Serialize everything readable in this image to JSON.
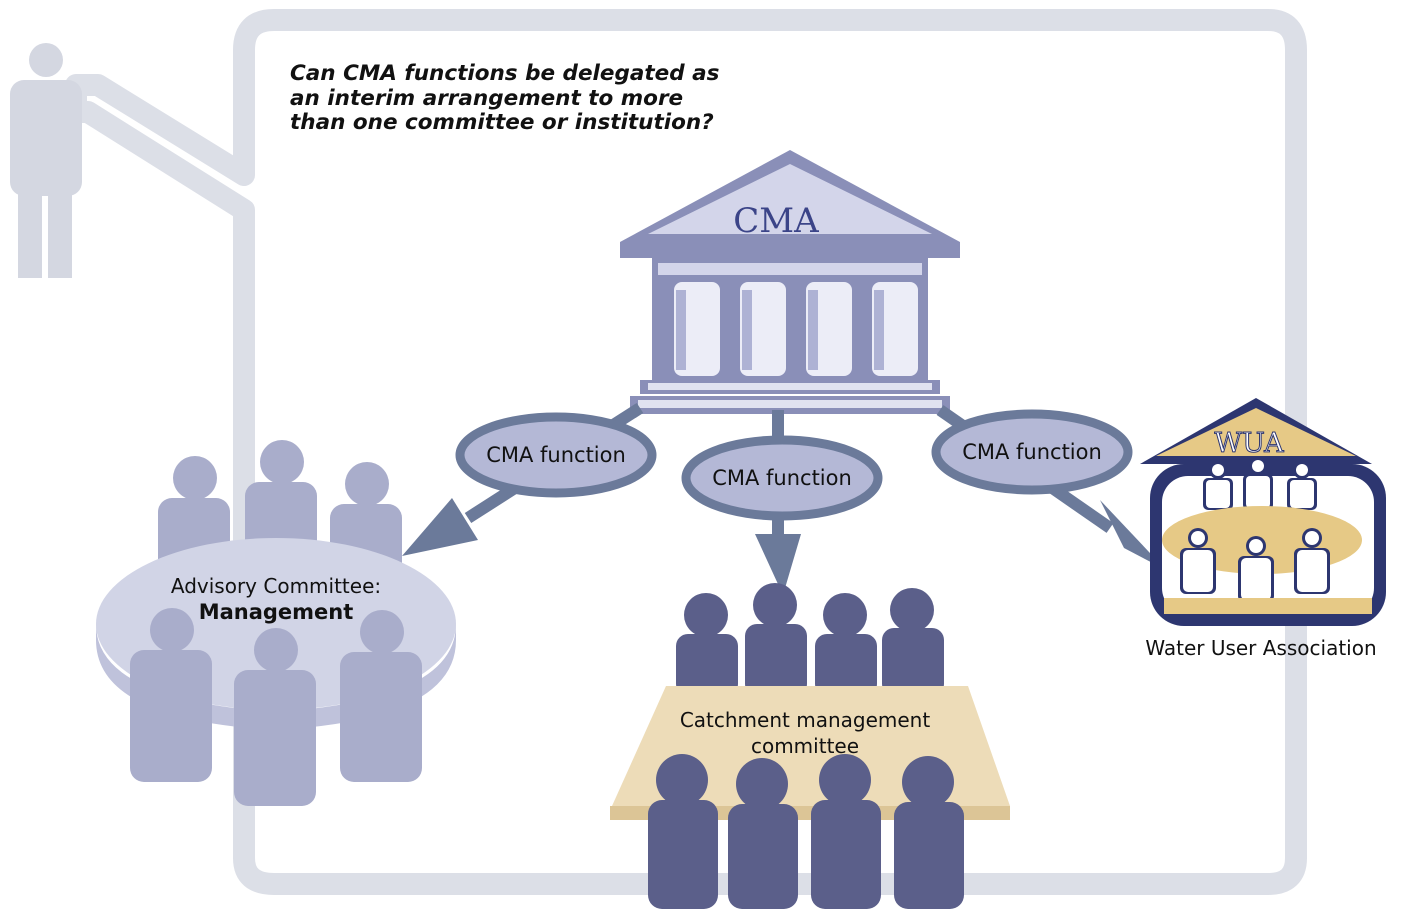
{
  "question": {
    "lines": [
      "Can CMA functions be delegated as",
      "an interim arrangement to more",
      "than one committee or institution?"
    ]
  },
  "cma": {
    "label": "CMA"
  },
  "functions": [
    {
      "label": "CMA function"
    },
    {
      "label": "CMA function"
    },
    {
      "label": "CMA function"
    }
  ],
  "advisory": {
    "line1": "Advisory Committee:",
    "line2": "Management"
  },
  "catchment": {
    "line1": "Catchment management",
    "line2": "committee"
  },
  "wua": {
    "sign": "WUA",
    "label": "Water User Association"
  },
  "colors": {
    "frame": "#dcdfe7",
    "temple": "#8a8fb8",
    "temple_light": "#d3d5ea",
    "arrow": "#6b7a9a",
    "ellipse_fill": "#b4b8d6",
    "ellipse_stroke": "#6b7a9a",
    "advisory_people": "#a9adcb",
    "catchment_people": "#5b5f8a",
    "table": "#eddcb8",
    "wua_navy": "#2d3670",
    "wua_gold": "#e6c986"
  }
}
